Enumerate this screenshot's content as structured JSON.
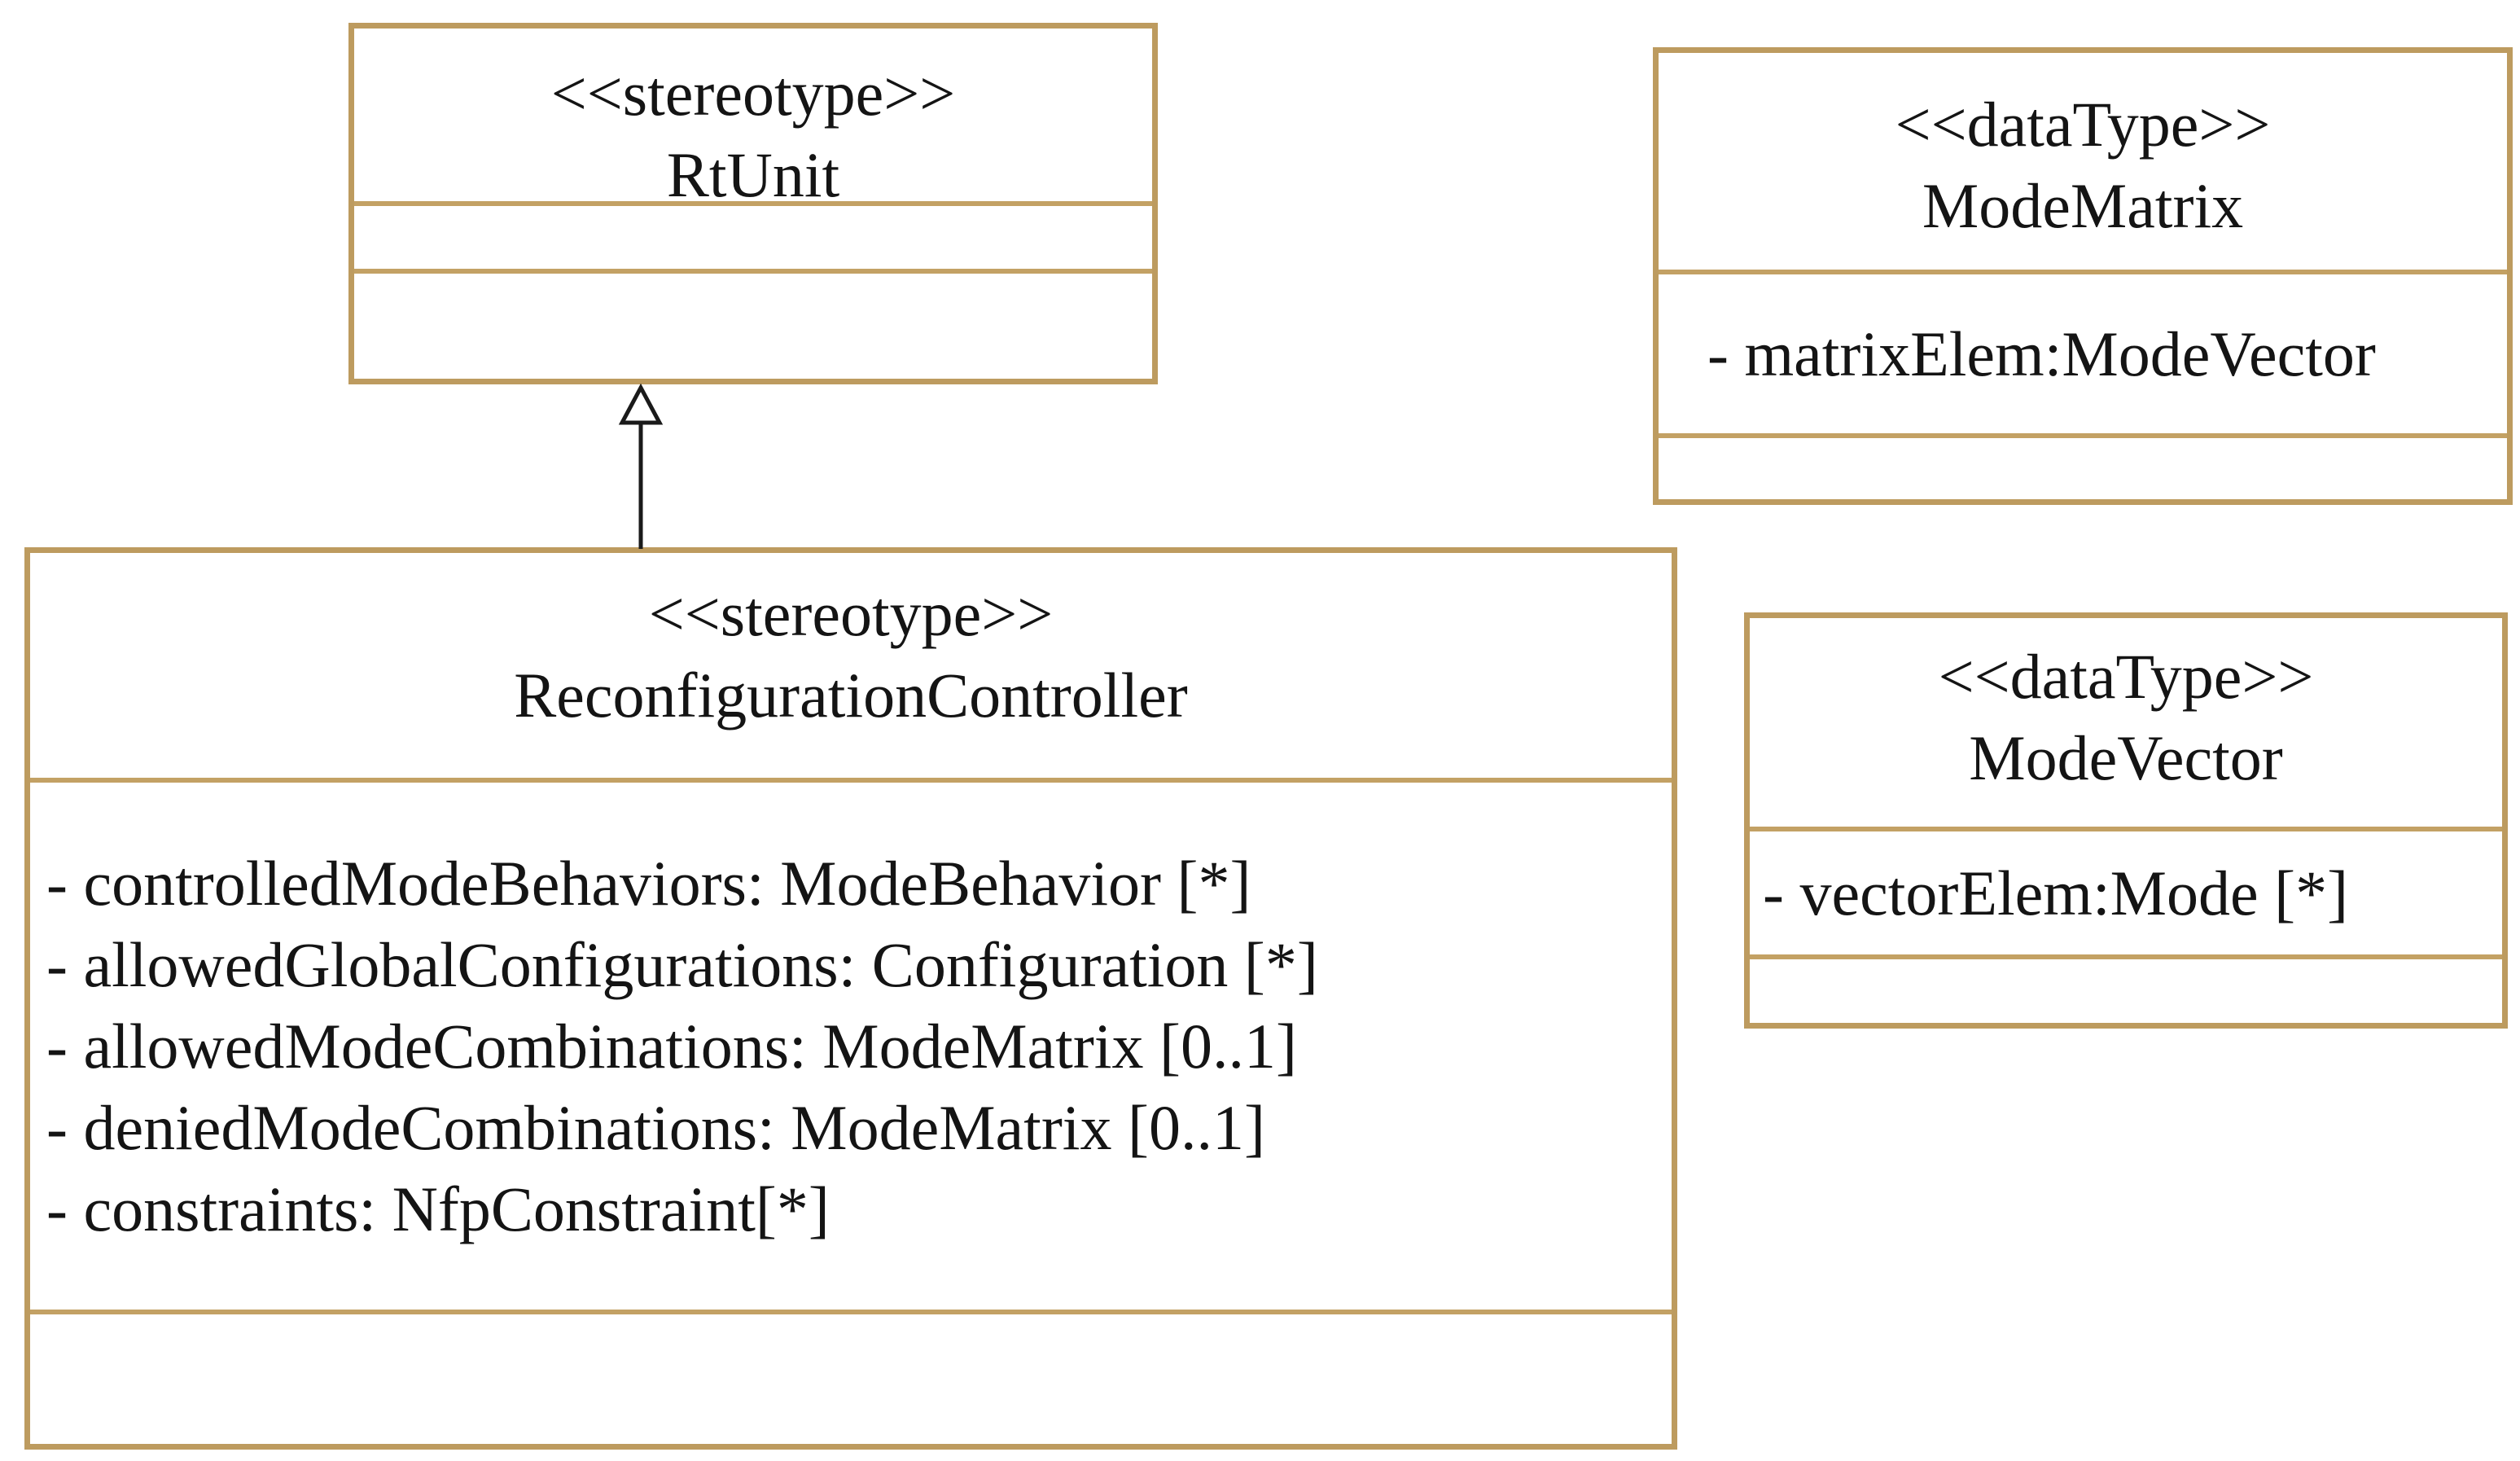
{
  "diagram": {
    "kind": "uml-class-diagram",
    "colors": {
      "box_border": "#bd9b5f",
      "divider": "#c3a164",
      "text": "#141414",
      "background": "#ffffff",
      "arrow": "#1a1a1a"
    },
    "classes": [
      {
        "id": "rtunit",
        "stereotype": "<<stereotype>>",
        "name": "RtUnit",
        "attributes": []
      },
      {
        "id": "modematrix",
        "stereotype": "<<dataType>>",
        "name": "ModeMatrix",
        "attributes": [
          "- matrixElem:ModeVector"
        ]
      },
      {
        "id": "reconfigurationcontroller",
        "stereotype": "<<stereotype>>",
        "name": "ReconfigurationController",
        "attributes": [
          "- controlledModeBehaviors: ModeBehavior [*]",
          "- allowedGlobalConfigurations: Configuration [*]",
          "- allowedModeCombinations: ModeMatrix [0..1]",
          "- deniedModeCombinations: ModeMatrix [0..1]",
          "- constraints: NfpConstraint[*]"
        ]
      },
      {
        "id": "modevector",
        "stereotype": "<<dataType>>",
        "name": "ModeVector",
        "attributes": [
          "- vectorElem:Mode [*]"
        ]
      }
    ],
    "relationships": [
      {
        "type": "generalization",
        "from": "ReconfigurationController",
        "to": "RtUnit"
      }
    ]
  }
}
